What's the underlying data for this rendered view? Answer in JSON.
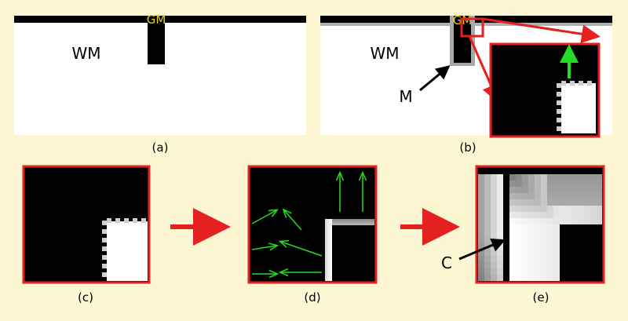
{
  "figure": {
    "panel_a": {
      "caption": "(a)",
      "label_gm": "GM",
      "label_wm": "WM"
    },
    "panel_b": {
      "caption": "(b)",
      "label_gm": "GM",
      "label_wm": "WM",
      "label_m": "M"
    },
    "panel_c": {
      "caption": "(c)"
    },
    "panel_d": {
      "caption": "(d)"
    },
    "panel_e": {
      "caption": "(e)",
      "label_c": "C"
    }
  },
  "colors": {
    "background": "#fdf6d3",
    "frame_red": "#e52020",
    "arrow_green": "#22dd22",
    "gm_label_yellow": "#e6d21e",
    "tissue_black": "#000000",
    "tissue_white": "#ffffff"
  }
}
